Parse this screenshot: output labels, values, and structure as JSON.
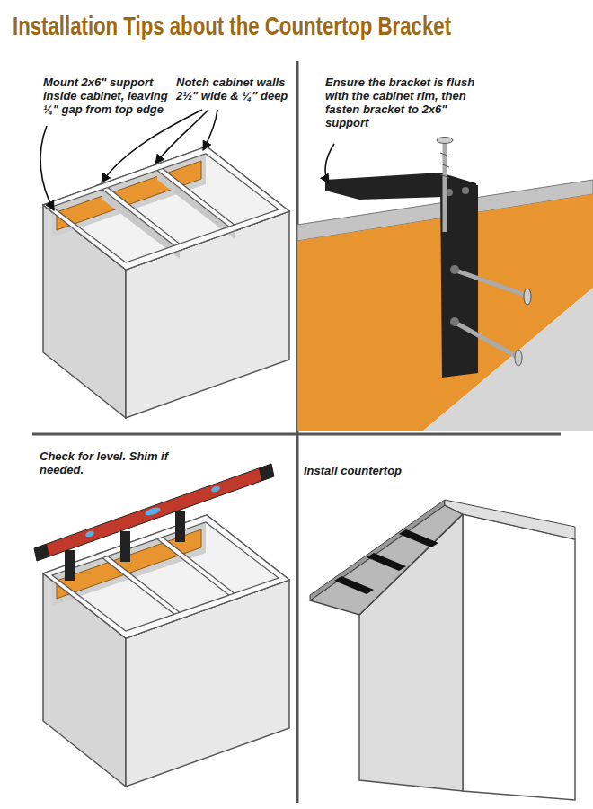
{
  "diagram": {
    "title": "Installation Tips about the Countertop Bracket",
    "labels": [
      "Mount 2x6\" support inside cabinet, leaving ¼\" gap from top edge",
      "Notch cabinet walls 2½\" wide & ¼\" deep",
      "Ensure the bracket is flush with the cabinet rim, then fasten bracket to 2x6\" support",
      "Check for level. Shim if needed.",
      "Install countertop"
    ]
  }
}
